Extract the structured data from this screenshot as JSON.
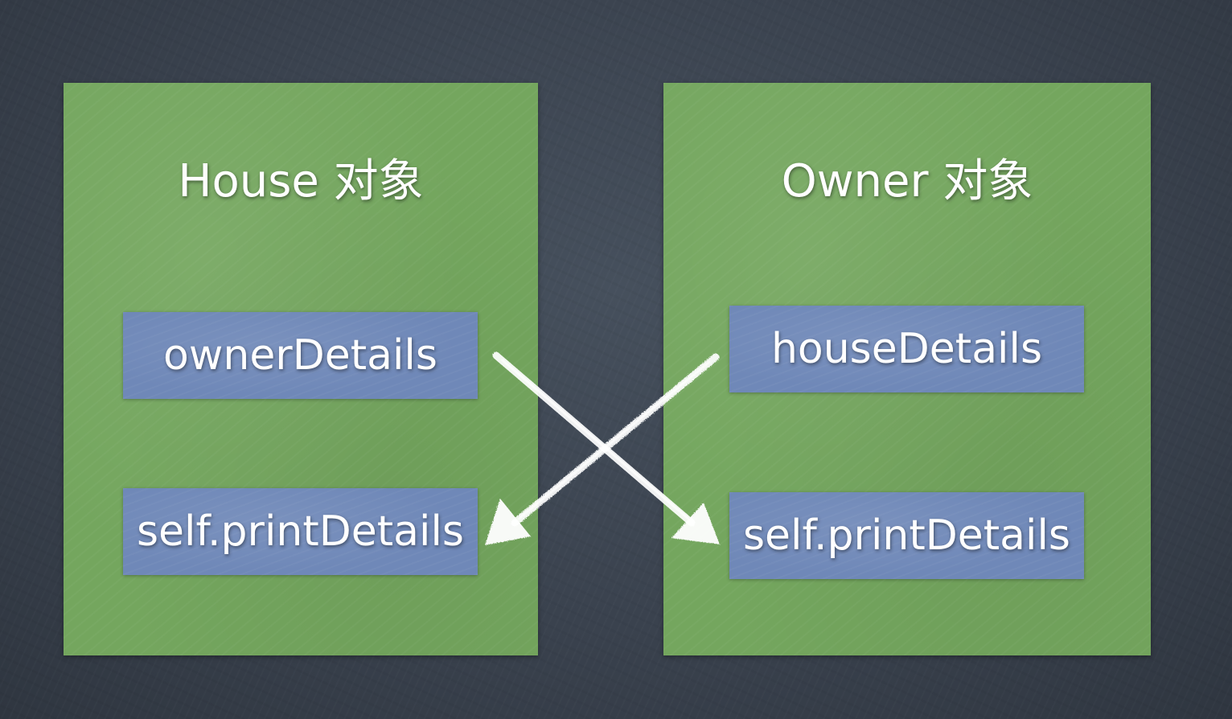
{
  "house_object": {
    "title": "House 对象",
    "property": "ownerDetails",
    "method": "self.printDetails"
  },
  "owner_object": {
    "title": "Owner 对象",
    "property": "houseDetails",
    "method": "self.printDetails"
  },
  "colors": {
    "background": "#3a424e",
    "panel": "#74a65e",
    "property_box": "#6f88b8",
    "arrow": "#ffffff",
    "text": "#ffffff"
  }
}
